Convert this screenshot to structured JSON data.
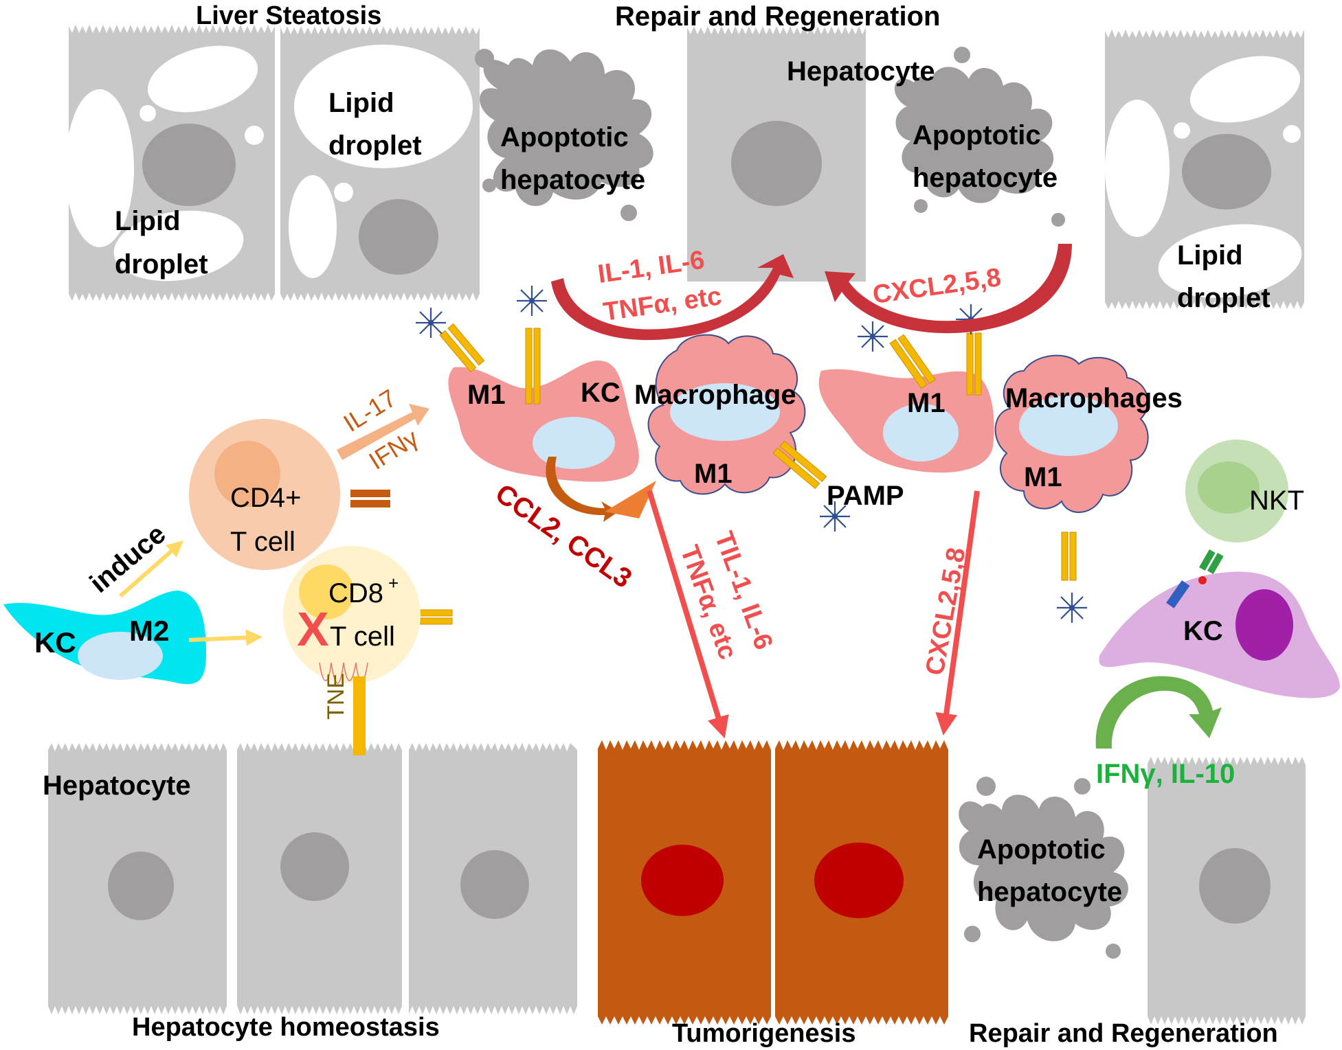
{
  "section_titles": {
    "liver_steatosis": "Liver Steatosis",
    "repair_top": "Repair and Regeneration",
    "homeostasis": "Hepatocyte homeostasis",
    "tumorigenesis": "Tumorigenesis",
    "repair_bottom": "Repair and Regeneration"
  },
  "cell_labels": {
    "lipid": "Lipid",
    "droplet": "droplet",
    "apoptotic": "Apoptotic",
    "hepatocyte_lc": "hepatocyte",
    "hepatocyte": "Hepatocyte",
    "m1": "M1",
    "m2": "M2",
    "kc": "KC",
    "macrophage": "Macrophage",
    "macrophages": "Macrophages",
    "pamp": "PAMP",
    "cd4_line1": "CD4+",
    "cd4_line2": "T cell",
    "cd8_base": "CD8",
    "cd8_sup": "+",
    "cd8_line2": "T cell",
    "x_mark": "X",
    "nkt": "NKT",
    "induce": "induce",
    "tne": "TNE"
  },
  "mediators": {
    "il1_il6": "IL-1, IL-6",
    "tnfa_etc": "TNFα, etc",
    "cxcl_top": "CXCL2,5,8",
    "il17": "IL-17",
    "ifng": "IFNγ",
    "ccl": "CCL2, CCL3",
    "til1_il6": "TIL-1, IL-6",
    "tnfa_etc_diag": "TNFα, etc",
    "cxcl_diag": "CXCL2,5,8",
    "ifng_il10": "IFNγ, IL-10"
  },
  "colors": {
    "hepatocyte_gray": "#c8c8c8",
    "nucleus_gray": "#a09e9e",
    "tumor_orange": "#c45911",
    "tumor_nucleus": "#c00000",
    "macrophage_pink": "#f4999a",
    "nucleus_blue": "#cce6f8",
    "receptor_yellow": "#f5b800",
    "red_arrow": "#f24e4e",
    "dark_red_arrow": "#c8323a",
    "ifn_green": "#19b33c",
    "kc_cyan": "#00e5ef",
    "nkt_green": "#c5e0b4",
    "kc_purple": "#ddaee0"
  }
}
